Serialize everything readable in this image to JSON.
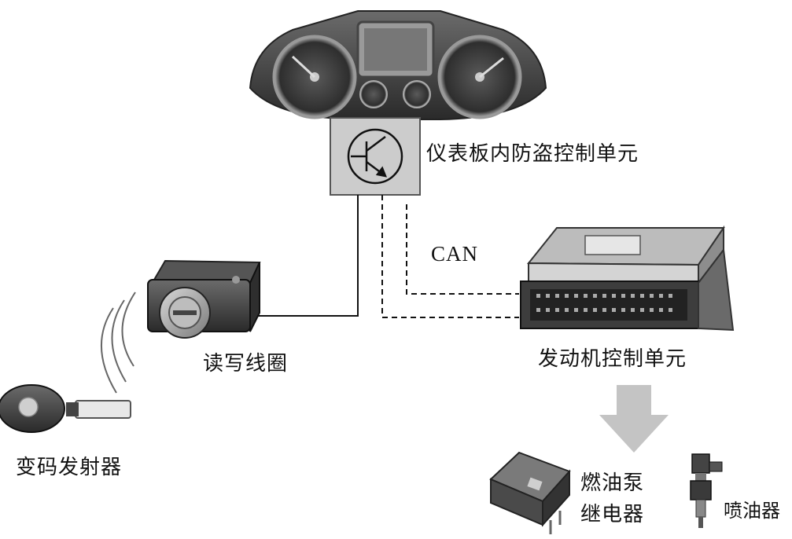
{
  "labels": {
    "immobilizer_unit": "仪表板内防盗控制单元",
    "can_bus": "CAN",
    "reader_coil": "读写线圈",
    "transponder_key": "变码发射器",
    "engine_ecu": "发动机控制单元",
    "fuel_pump_relay_line1": "燃油泵",
    "fuel_pump_relay_line2": "继电器",
    "injector": "喷油器"
  },
  "icons": {
    "instrument_cluster": "instrument-cluster-icon",
    "transistor": "transistor-symbol-icon",
    "reader_coil": "ignition-lock-coil-icon",
    "key": "car-key-icon",
    "ecu": "engine-ecu-icon",
    "arrow": "down-arrow-icon",
    "relay": "relay-icon",
    "injector": "fuel-injector-icon"
  },
  "colors": {
    "unit_box": "#cccccc",
    "arrow": "#c4c4c4",
    "device_dark": "#3a3a3a",
    "device_mid": "#8a8a8a"
  }
}
